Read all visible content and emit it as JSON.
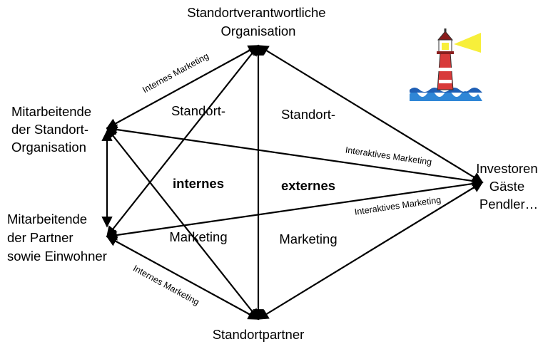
{
  "nodes": {
    "top": [
      "Standortverantwortliche",
      "Organisation"
    ],
    "left_upper": [
      "Mitarbeitende",
      "der Standort-",
      "Organisation"
    ],
    "left_lower": [
      "Mitarbeitende",
      "der Partner",
      "sowie Einwohner"
    ],
    "right": [
      "Investoren",
      "Gäste",
      "Pendler…"
    ],
    "bottom": [
      "Standortpartner"
    ]
  },
  "regions": {
    "internal": {
      "line1": "Standort-",
      "line2": "internes",
      "line3": "Marketing"
    },
    "external": {
      "line1": "Standort-",
      "line2": "externes",
      "line3": "Marketing"
    }
  },
  "edge_labels": {
    "internal_top": "Internes Marketing",
    "internal_bottom": "Internes Marketing",
    "interactive_upper": "Interaktives Marketing",
    "interactive_lower": "Interaktives Marketing"
  },
  "icon": {
    "name": "lighthouse-icon"
  }
}
